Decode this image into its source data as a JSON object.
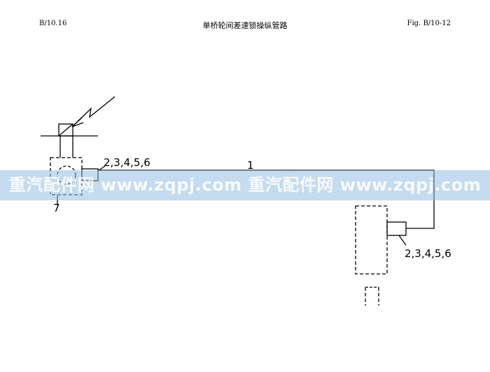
{
  "header": {
    "left": "B/10.16",
    "title": "单桥轮间差速锁操纵管路",
    "right": "Fig. B/10-12"
  },
  "labels": {
    "line": "1",
    "top_connector": "2,3,4,5,6",
    "bottom_connector": "2,3,4,5,6",
    "valve": "7"
  },
  "watermark": "重汽配件网  www.zqpj.com  重汽配件网  www.zqpj.com"
}
